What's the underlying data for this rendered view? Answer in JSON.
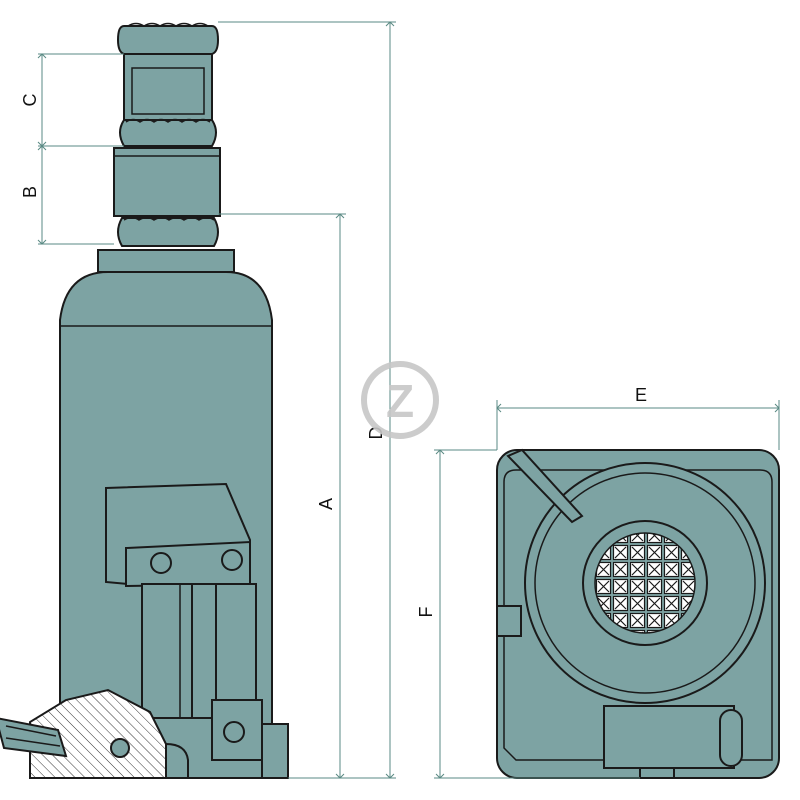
{
  "figure": {
    "dimension_labels": {
      "a": "A",
      "b": "B",
      "c": "C",
      "d": "D",
      "e": "E",
      "f": "F"
    },
    "watermark_text": "Z",
    "colors": {
      "body": "#7da3a3",
      "dimension_line": "#5a8a84",
      "outline": "#1a1a1a",
      "watermark": "#c7c7c7"
    }
  }
}
